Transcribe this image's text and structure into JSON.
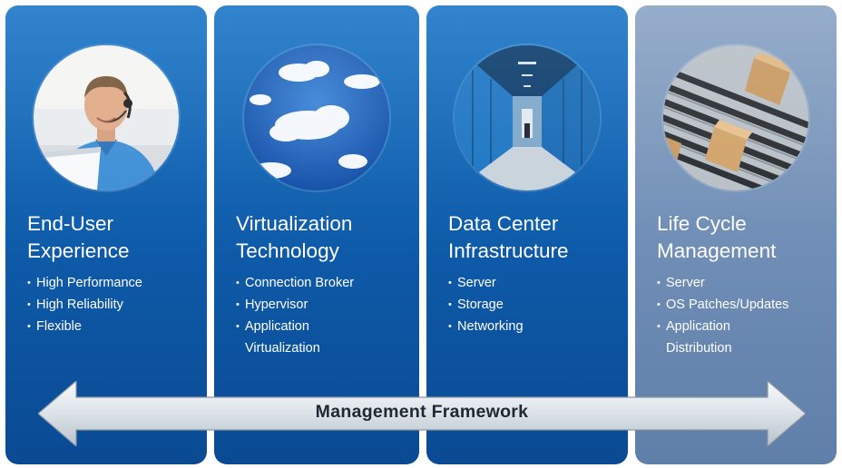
{
  "panels": [
    {
      "title_lines": [
        "End-User",
        "Experience"
      ],
      "bullets": [
        [
          "High Performance"
        ],
        [
          "High Reliability"
        ],
        [
          "Flexible"
        ]
      ],
      "image": "person-headset-laptop"
    },
    {
      "title_lines": [
        "Virtualization",
        "Technology"
      ],
      "bullets": [
        [
          "Connection Broker"
        ],
        [
          "Hypervisor"
        ],
        [
          "Application",
          "Virtualization"
        ]
      ],
      "image": "sky-clouds"
    },
    {
      "title_lines": [
        "Data Center",
        "Infrastructure"
      ],
      "bullets": [
        [
          "Server"
        ],
        [
          "Storage"
        ],
        [
          "Networking"
        ]
      ],
      "image": "server-room-corridor"
    },
    {
      "title_lines": [
        "Life Cycle",
        "Management"
      ],
      "bullets": [
        [
          "Server"
        ],
        [
          "OS Patches/Updates"
        ],
        [
          "Application",
          "Distribution"
        ]
      ],
      "image": "boxes-on-conveyor"
    }
  ],
  "footer_arrow": {
    "label": "Management Framework"
  },
  "colors": {
    "panel_blue": "#0e5aa8",
    "panel_slate": "#6f8db5",
    "text": "#ffffff",
    "arrow_text": "#222831"
  }
}
